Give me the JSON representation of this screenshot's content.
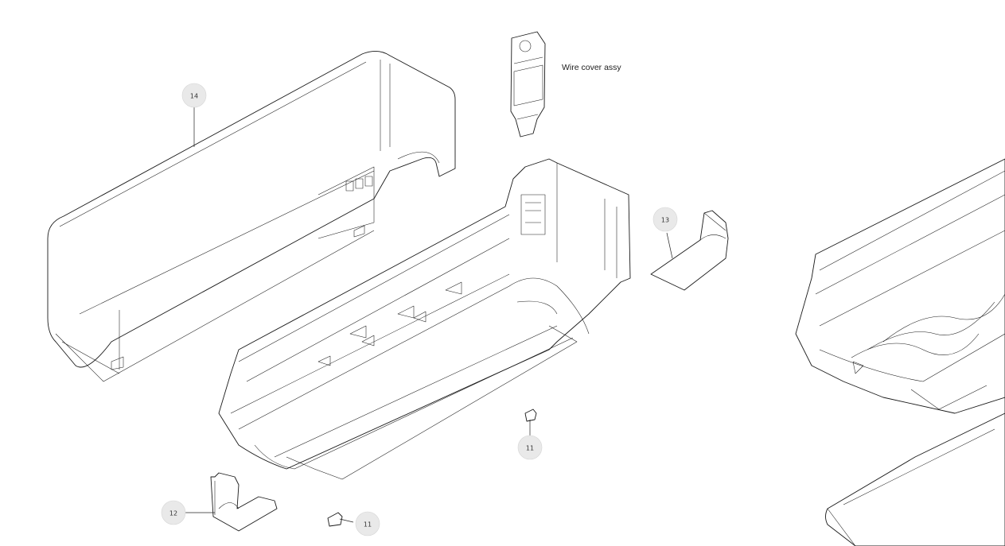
{
  "diagram": {
    "caption_wire_cover": "Wire cover assy",
    "balloons": [
      {
        "id": "balloon-14",
        "label": "14"
      },
      {
        "id": "balloon-13",
        "label": "13"
      },
      {
        "id": "balloon-12",
        "label": "12"
      },
      {
        "id": "balloon-11a",
        "label": "11"
      },
      {
        "id": "balloon-11b",
        "label": "11"
      }
    ]
  }
}
